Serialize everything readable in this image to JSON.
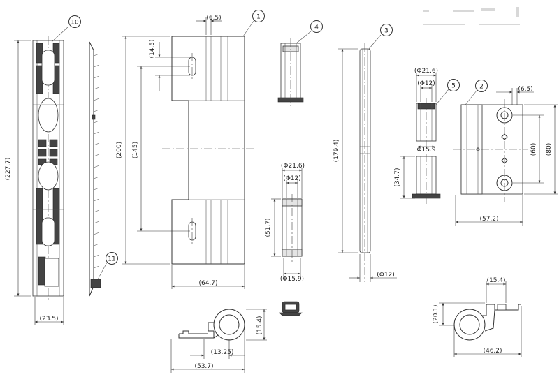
{
  "callouts": [
    "1",
    "2",
    "3",
    "4",
    "5",
    "10",
    "11"
  ],
  "dimensions": {
    "d_6_5_top": "(6.5)",
    "d_14_5": "(14.5)",
    "d_200": "(200)",
    "d_145": "(145)",
    "d_64_7": "(64.7)",
    "d_227_7": "(227.7)",
    "d_23_5": "(23.5)",
    "d_179_4": "(179.4)",
    "d_phi12_rod": "(Φ12)",
    "d_phi21_6_a": "(Φ21.6)",
    "d_phi12_a": "(Φ12)",
    "d_51_7": "(51.7)",
    "d_phi15_9_a": "(Φ15.9)",
    "d_phi21_6_b": "(Φ21.6)",
    "d_phi12_b": "(Φ12)",
    "d_phi15_9_b": "Φ15.9",
    "d_34_7": "(34.7)",
    "d_6_5_right": "(6.5)",
    "d_60": "(60)",
    "d_80": "(80)",
    "d_57_2": "(57.2)",
    "d_15_4_bottom": "(15.4)",
    "d_13_25": "(13.25)",
    "d_53_7": "(53.7)",
    "d_15_4_right": "(15.4)",
    "d_20_1": "(20.1)",
    "d_46_2": "(46.2)"
  },
  "colors": {
    "line": "#333333",
    "fill": "#e4e4e4",
    "background": "#ffffff"
  }
}
